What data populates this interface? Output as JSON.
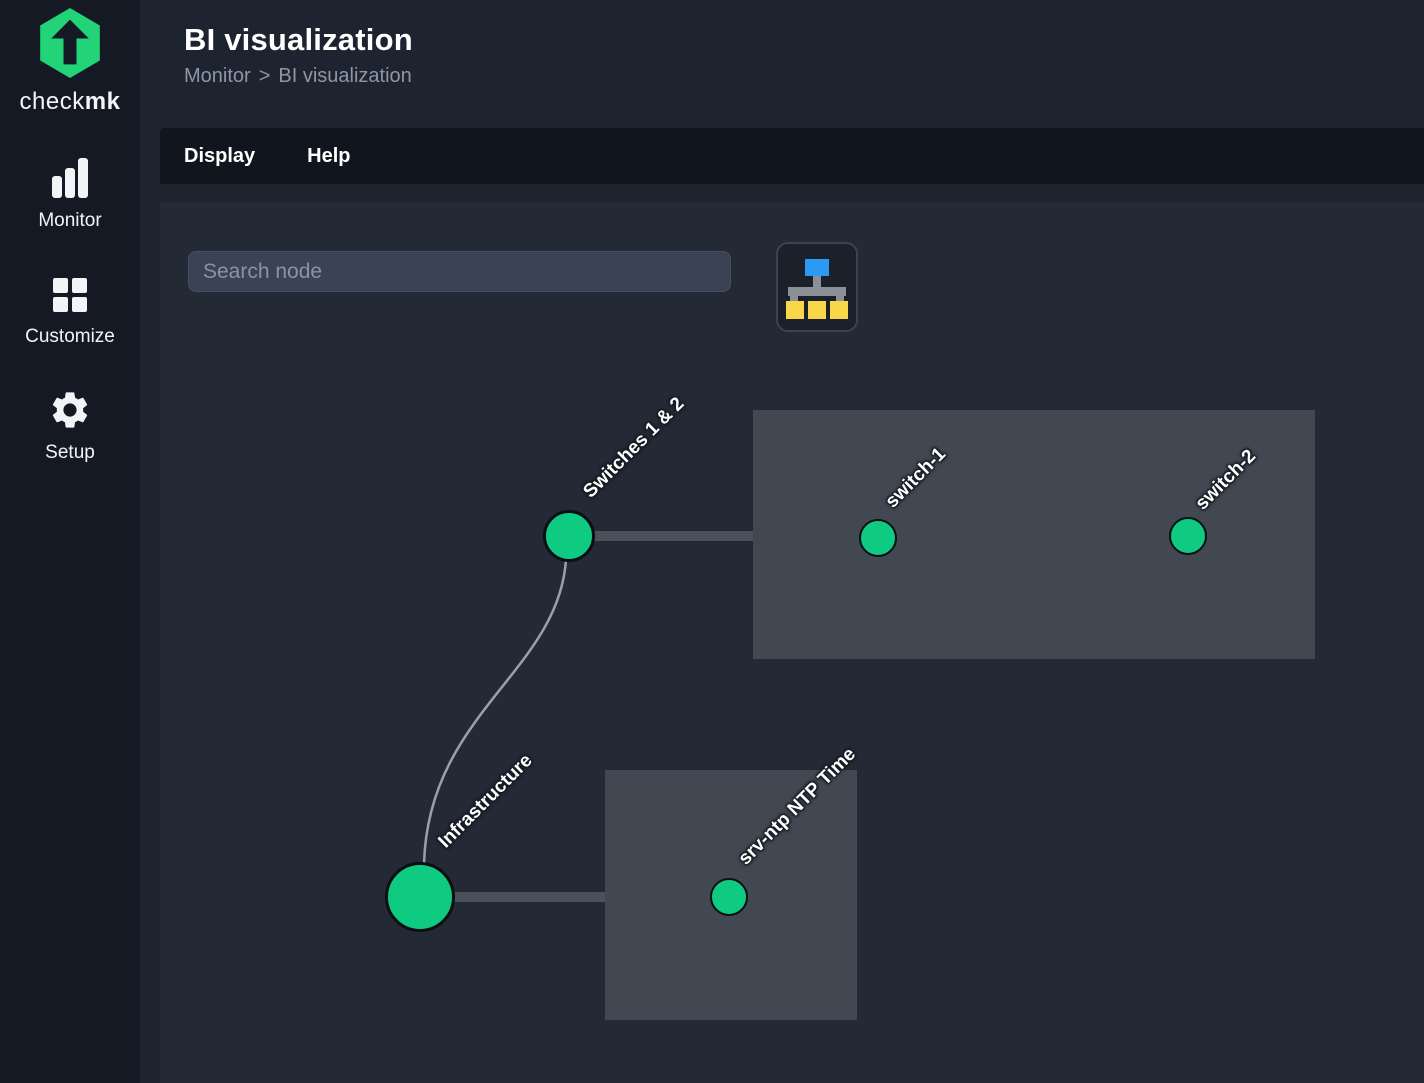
{
  "colors": {
    "brand_green": "#23d378",
    "state_ok": "#0fcb81",
    "icon_blue": "#2b9af3",
    "icon_yellow": "#f8d748"
  },
  "app": {
    "logo_text_regular": "check",
    "logo_text_bold": "mk"
  },
  "sidebar": {
    "items": [
      {
        "label": "Monitor"
      },
      {
        "label": "Customize"
      },
      {
        "label": "Setup"
      }
    ]
  },
  "header": {
    "title": "BI visualization",
    "breadcrumb_parent": "Monitor",
    "breadcrumb_sep": ">",
    "breadcrumb_current": "BI visualization"
  },
  "menubar": {
    "items": [
      {
        "label": "Display"
      },
      {
        "label": "Help"
      }
    ]
  },
  "toolbar": {
    "search_placeholder": "Search node",
    "search_value": ""
  },
  "graph": {
    "nodes": [
      {
        "label": "Switches 1 & 2",
        "type": "aggregation",
        "state": "ok"
      },
      {
        "label": "switch-1",
        "type": "host",
        "state": "ok"
      },
      {
        "label": "switch-2",
        "type": "host",
        "state": "ok"
      },
      {
        "label": "Infrastructure",
        "type": "aggregation",
        "state": "ok"
      },
      {
        "label": "srv-ntp NTP Time",
        "type": "service",
        "state": "ok"
      }
    ]
  }
}
